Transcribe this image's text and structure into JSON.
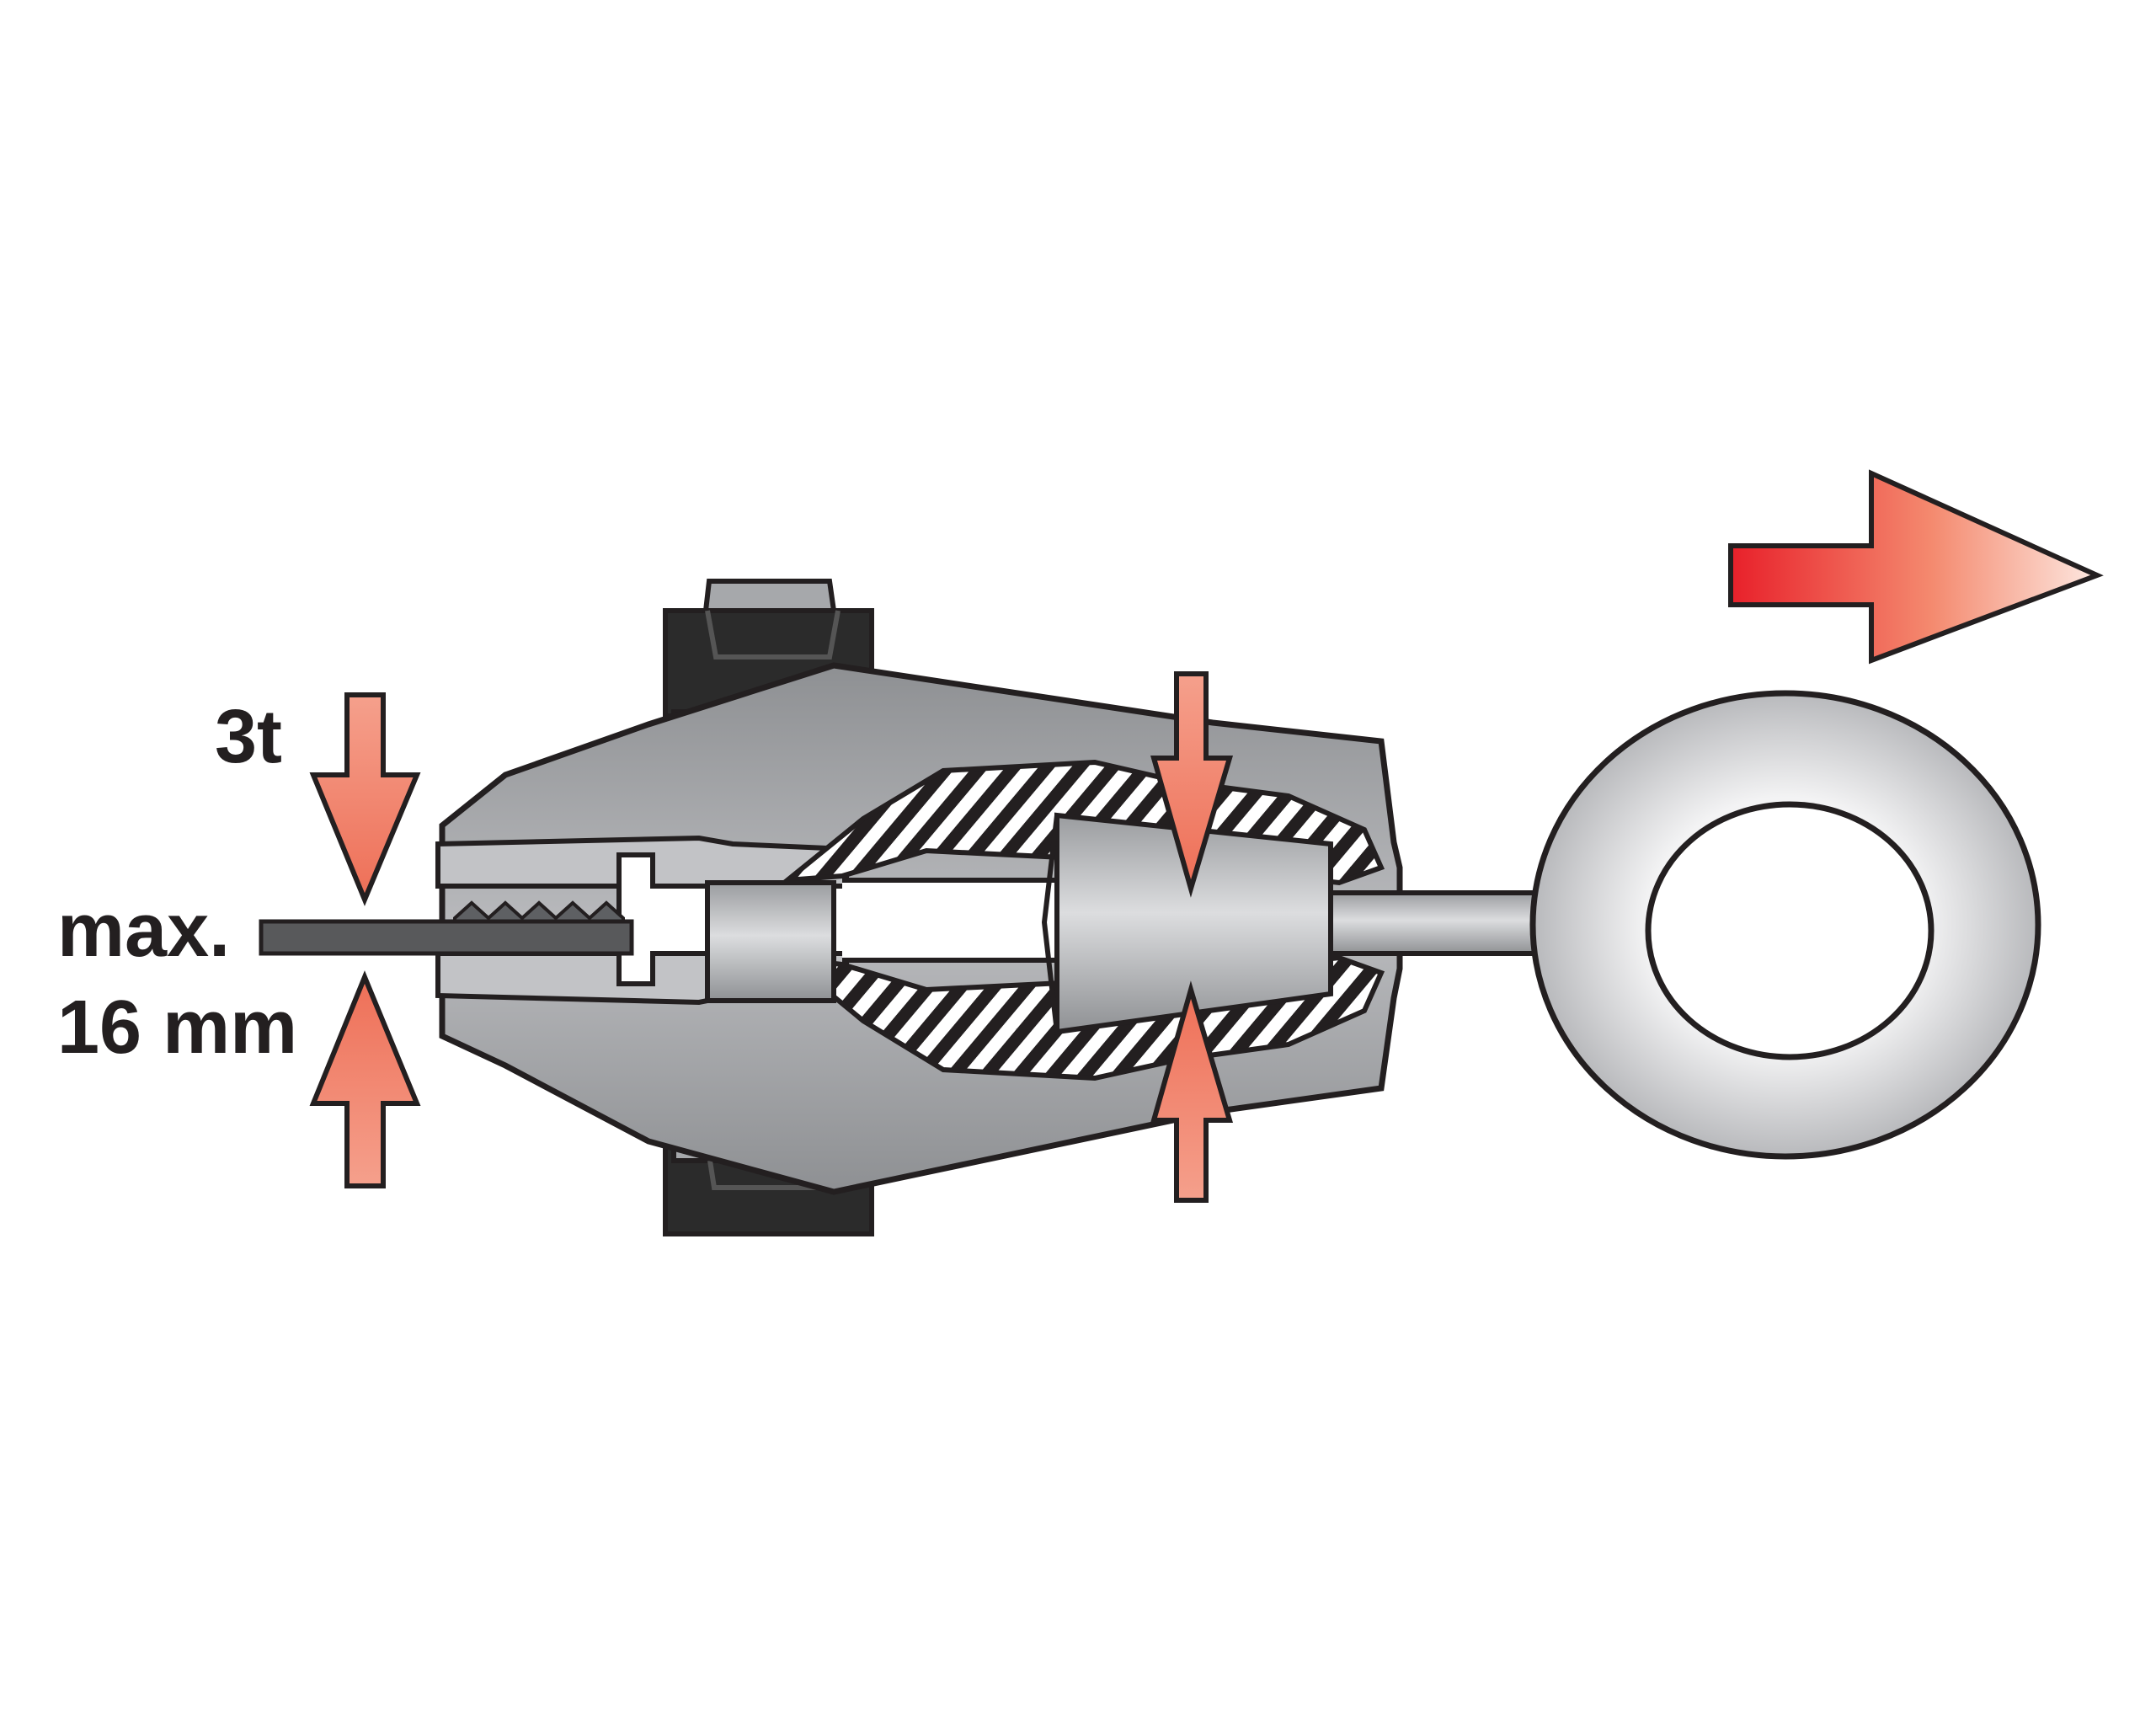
{
  "labels": {
    "force": "3t",
    "max": "max.",
    "thickness": "16 mm"
  },
  "colors": {
    "outline": "#231f20",
    "arrow_fill": "#f07c64",
    "arrow_dark": "#e8202a",
    "arrow_light": "#fde2da",
    "body_gray": "#a6a8ab",
    "body_light": "#d3d4d6",
    "nut_black": "#2b2b2b",
    "hatch_white": "#ffffff"
  },
  "icons": {
    "pull_direction": "arrow-right-icon",
    "clamp_force": "arrow-down-icon"
  }
}
